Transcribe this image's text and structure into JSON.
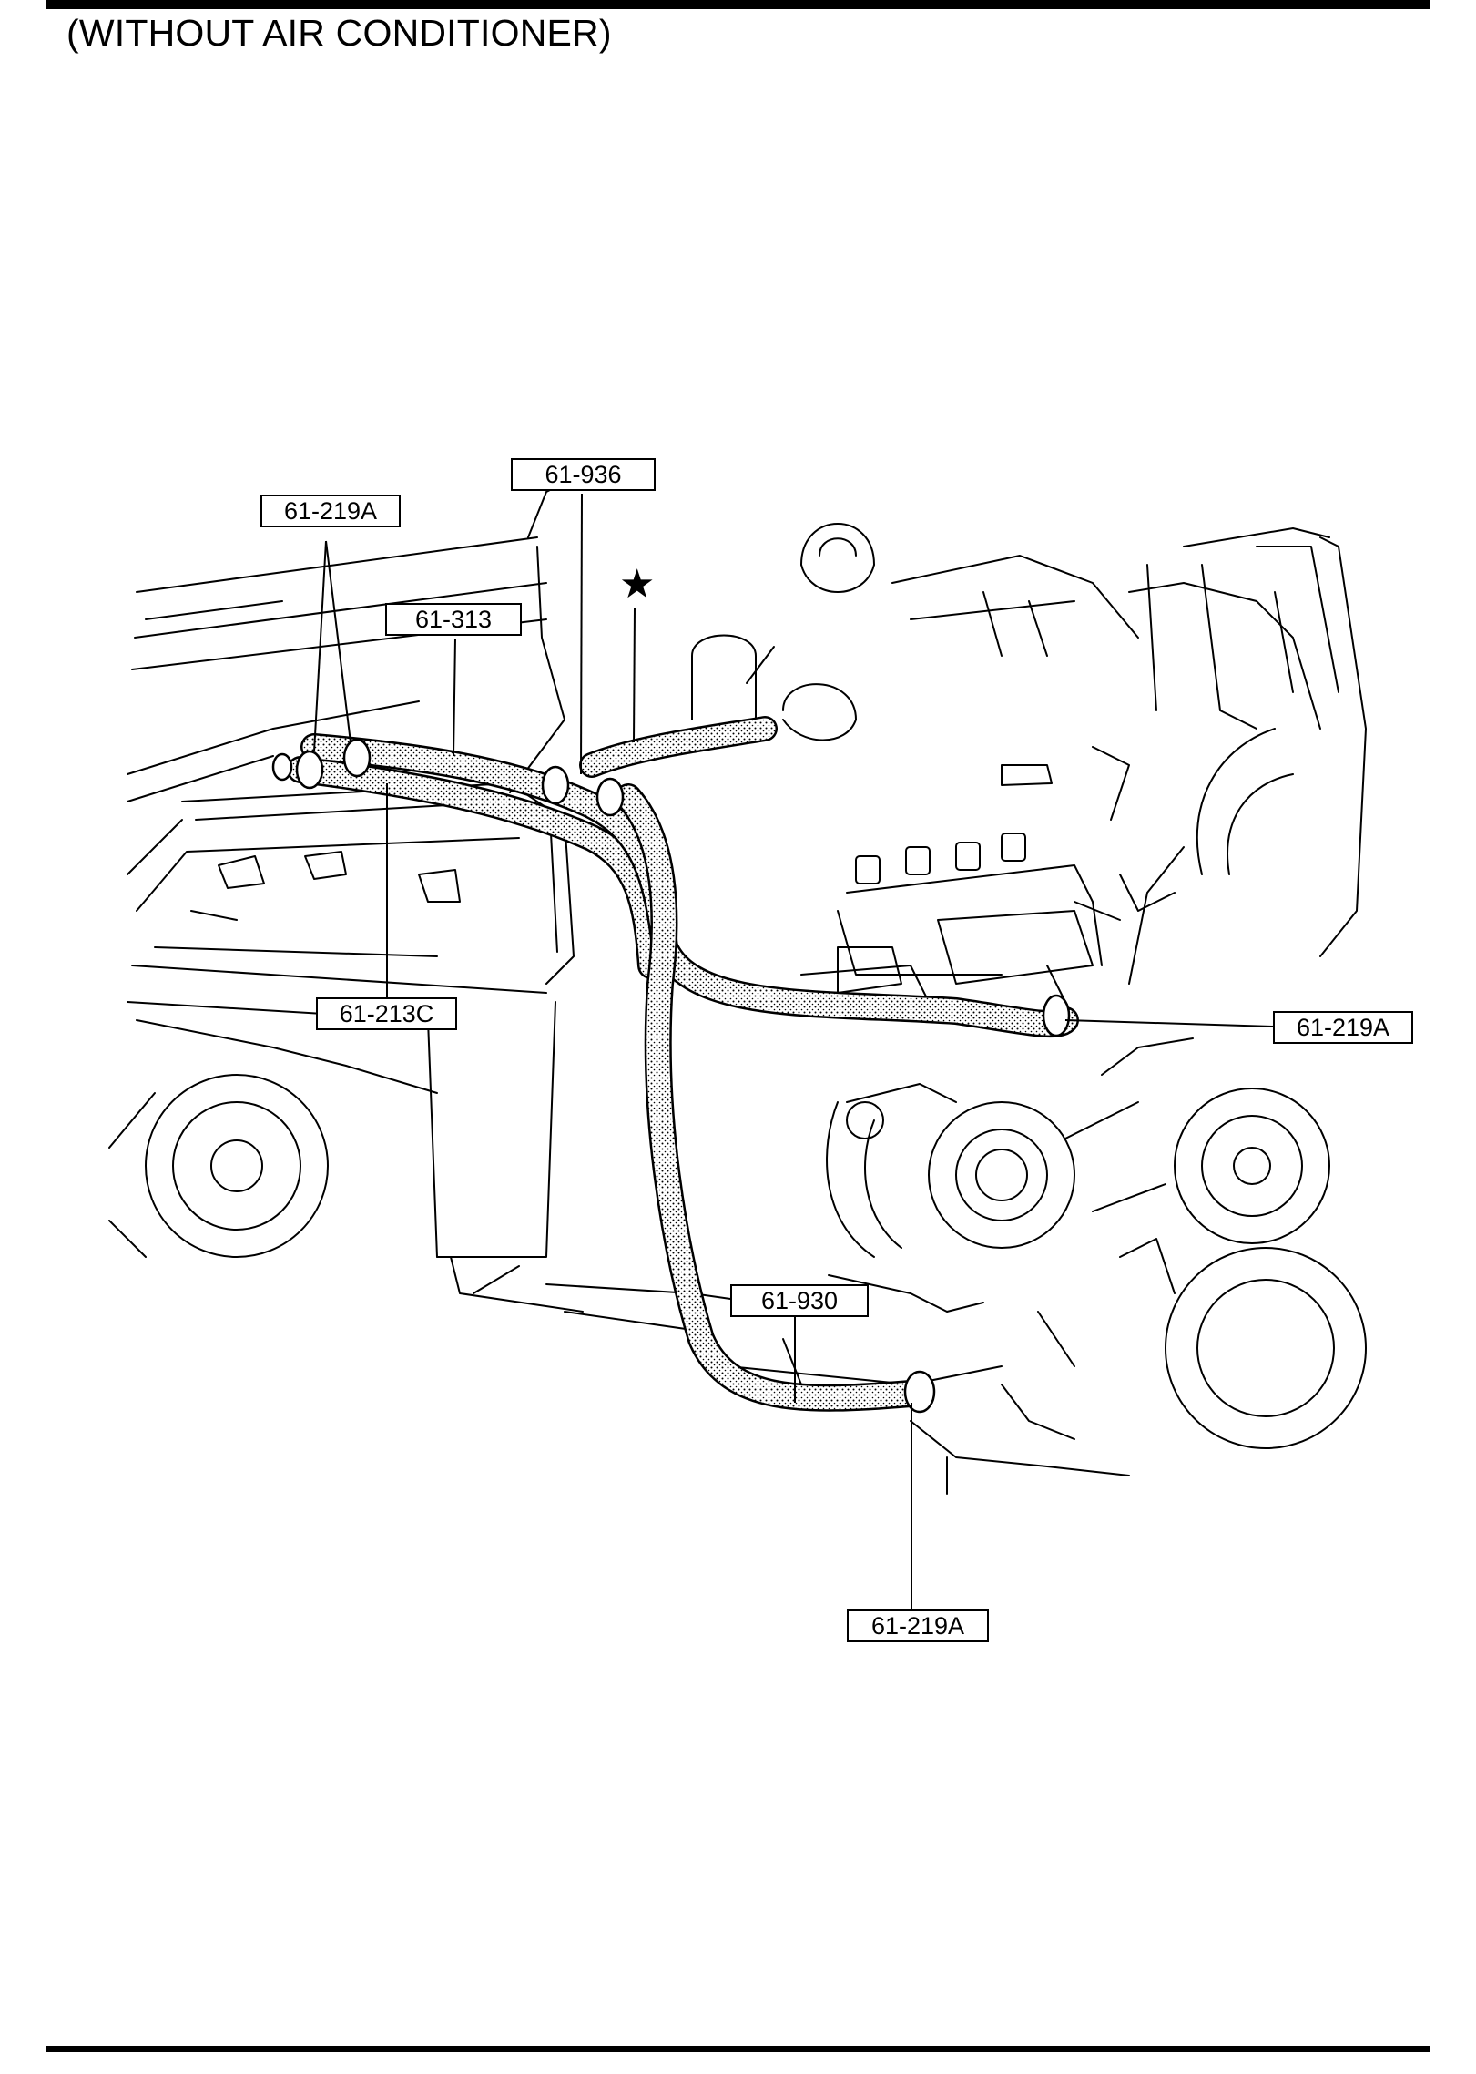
{
  "heading": "(WITHOUT AIR CONDITIONER)",
  "callouts": {
    "c_219a_top": "61-219A",
    "c_936": "61-936",
    "c_313": "61-313",
    "c_213c": "61-213C",
    "c_219a_right": "61-219A",
    "c_930": "61-930",
    "c_219a_bottom": "61-219A"
  },
  "star_symbol": "★"
}
